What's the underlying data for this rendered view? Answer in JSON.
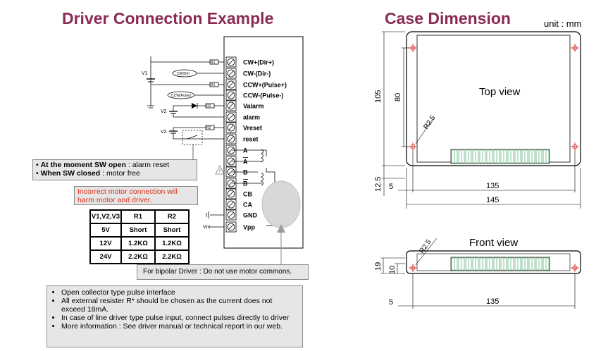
{
  "left_title": "Driver Connection Example",
  "right_title": "Case Dimension",
  "unit": "unit : mm",
  "terminals": [
    "CW+(Dir+)",
    "CW-(Dir-)",
    "CCW+(Pulse+)",
    "CCW-(Pulse-)",
    "Valarm",
    "alarm",
    "Vreset",
    "reset",
    "A",
    "A",
    "B",
    "B",
    "CB",
    "CA",
    "GND",
    "Vpp"
  ],
  "wiring": {
    "v1": "V1",
    "v2a": "V2",
    "v2b": "V2",
    "vm": "Vm",
    "cwdir": "CW(Dir)",
    "ccwpulse": "CCW(Pulse)",
    "r1a": "R1",
    "r1b": "R1",
    "r2a": "R2",
    "r2b": "R2"
  },
  "sw_note": {
    "line1_bold": "At the moment SW open",
    "line1_rest": " : alarm reset",
    "line2_bold": "When SW closed",
    "line2_rest": " : motor free"
  },
  "warning": "Incorrect motor connection will harm motor and driver.",
  "resistor_table": {
    "header": [
      "V1,V2,V3",
      "R1",
      "R2"
    ],
    "rows": [
      [
        "5V",
        "Short",
        "Short"
      ],
      [
        "12V",
        "1.2KΩ",
        "1.2KΩ"
      ],
      [
        "24V",
        "2.2KΩ",
        "2.2KΩ"
      ]
    ]
  },
  "bipolar_note": "For bipolar Driver  : Do not use motor commons.",
  "notes": [
    "Open collector type pulse interface",
    "All external resister R* should be chosen as the current does not exceed 18mA.",
    "In case of line driver type pulse input, connect pulses directly to driver",
    "More information : See driver manual or technical report in our web."
  ],
  "top_view": {
    "label": "Top view",
    "dim_105": "105",
    "dim_80": "80",
    "dim_12_5": "12.5",
    "dim_5": "5",
    "dim_135": "135",
    "dim_145": "145",
    "dim_r25": "R2.5"
  },
  "front_view": {
    "label": "Front view",
    "dim_19": "19",
    "dim_10": "10",
    "dim_5": "5",
    "dim_135": "135",
    "dim_r25": "R2.5"
  }
}
